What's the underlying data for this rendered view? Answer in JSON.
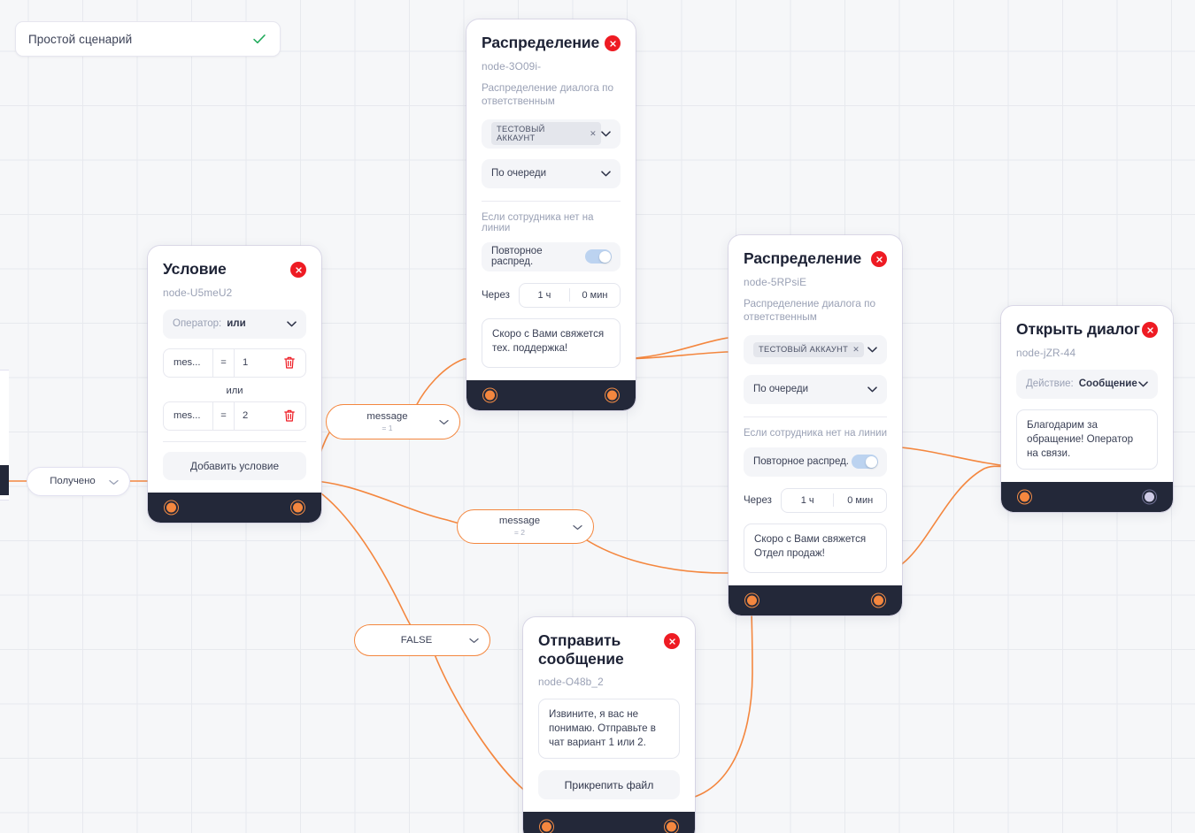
{
  "scenario": {
    "title": "Простой сценарий",
    "status_icon": "check-icon"
  },
  "nodes": [
    {
      "id": "node-3O09i-",
      "title": "Распределение",
      "description": "Распределение диалога по ответственным",
      "account_chip": "ТЕСТОВЫЙ АККАУНТ",
      "mode": "По очереди",
      "offline_hint": "Если сотрудника нет на линии",
      "redistribute_label": "Повторное распред.",
      "redistribute_on": true,
      "delay_label": "Через",
      "delay_hours": "1 ч",
      "delay_minutes": "0 мин",
      "message": "Скоро с Вами свяжется тех. поддержка!"
    },
    {
      "id": "node-U5meU2",
      "title": "Условие",
      "operator_label": "Оператор:",
      "operator_value": "или",
      "conditions": [
        {
          "key": "mes...",
          "op": "=",
          "value": "1"
        },
        {
          "key": "mes...",
          "op": "=",
          "value": "2"
        }
      ],
      "join_label": "или",
      "add_label": "Добавить условие"
    },
    {
      "id": "node-5RPsiE",
      "title": "Распределение",
      "description": "Распределение диалога по ответственным",
      "account_chip": "ТЕСТОВЫЙ АККАУНТ",
      "mode": "По очереди",
      "offline_hint": "Если сотрудника нет на линии",
      "redistribute_label": "Повторное распред.",
      "redistribute_on": true,
      "delay_label": "Через",
      "delay_hours": "1 ч",
      "delay_minutes": "0 мин",
      "message": "Скоро с Вами свяжется Отдел продаж!"
    },
    {
      "id": "node-jZR-44",
      "title": "Открыть диалог",
      "action_label": "Действие:",
      "action_value": "Сообщение",
      "message": "Благодарим за обращение! Оператор на связи."
    },
    {
      "id": "node-O48b_2",
      "title": "Отправить сообщение",
      "message": "Извините, я вас не понимаю. Отправьте в чат вариант 1 или 2.",
      "attach_label": "Прикрепить файл"
    }
  ],
  "pills": [
    {
      "main": "Получено",
      "sub": ""
    },
    {
      "main": "message",
      "sub": "= 1"
    },
    {
      "main": "message",
      "sub": "= 2"
    },
    {
      "main": "FALSE",
      "sub": ""
    }
  ],
  "colors": {
    "accent_orange": "#f4873f",
    "node_footer": "#232839",
    "close_red": "#ee1b23",
    "check_green": "#1faa5a",
    "toggle_blue": "#bcd3f0",
    "idle_port": "#cfcbe6",
    "canvas_bg": "#f6f7f9",
    "grid_line": "#e7e9ee"
  }
}
